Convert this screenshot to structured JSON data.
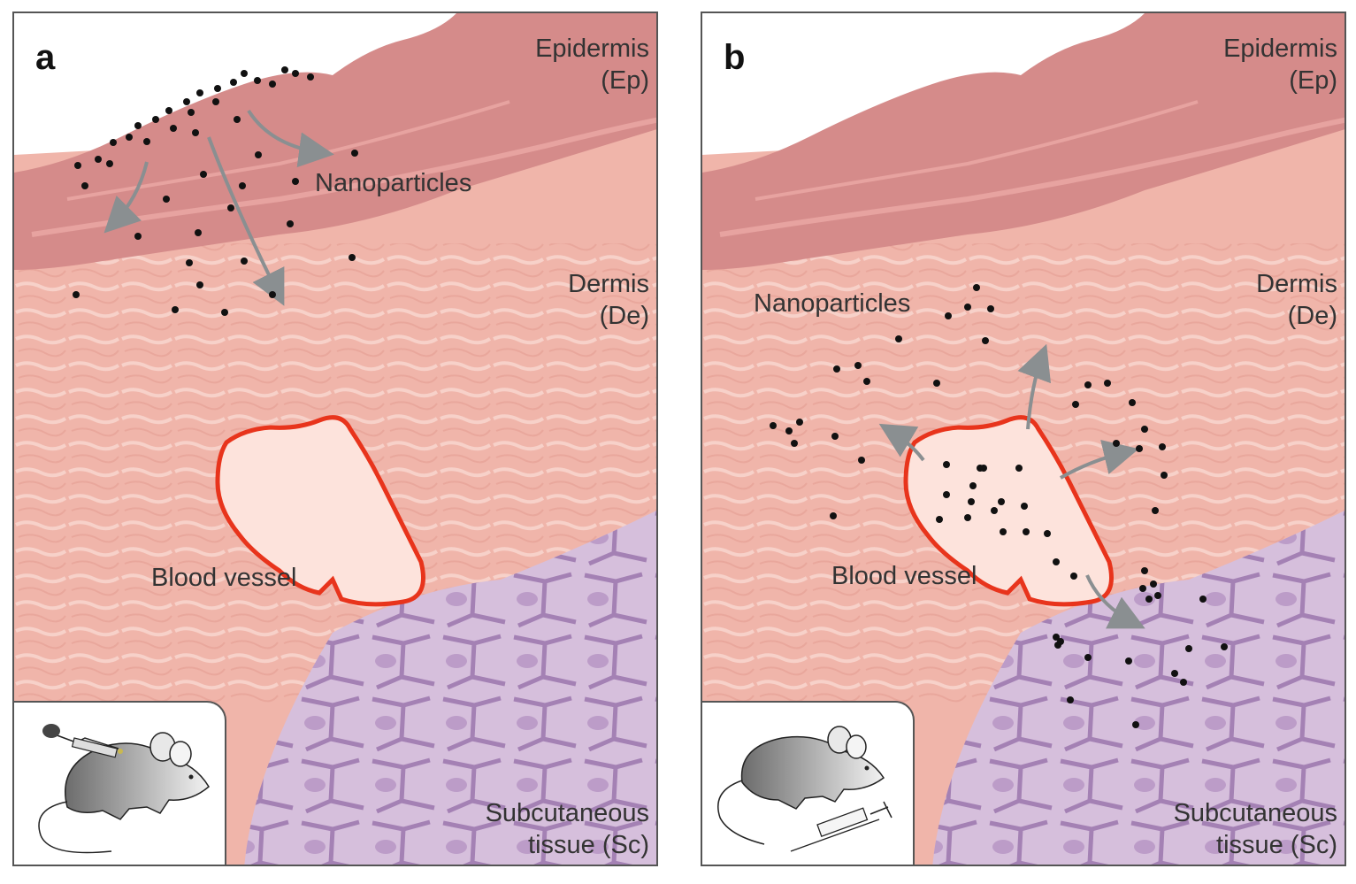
{
  "panels": [
    {
      "letter": "a",
      "labels": {
        "epidermis_1": "Epidermis",
        "epidermis_2": "(Ep)",
        "dermis_1": "Dermis",
        "dermis_2": "(De)",
        "subcutaneous_1": "Subcutaneous",
        "subcutaneous_2": "tissue (Sc)",
        "nanoparticles": "Nanoparticles",
        "blood_vessel": "Blood vessel"
      },
      "inset_icon": "mouse-with-dropper-icon"
    },
    {
      "letter": "b",
      "labels": {
        "epidermis_1": "Epidermis",
        "epidermis_2": "(Ep)",
        "dermis_1": "Dermis",
        "dermis_2": "(De)",
        "subcutaneous_1": "Subcutaneous",
        "subcutaneous_2": "tissue (Sc)",
        "nanoparticles": "Nanoparticles",
        "blood_vessel": "Blood vessel"
      },
      "inset_icon": "mouse-with-syringe-icon"
    }
  ],
  "colors": {
    "epidermis": "#d58b8a",
    "dermis": "#f0b5aa",
    "subcutaneous": "#c9aacf",
    "vessel_outline": "#e8341c",
    "vessel_fill": "#fde3dc",
    "arrow": "#8a8f91",
    "particle": "#111111"
  }
}
